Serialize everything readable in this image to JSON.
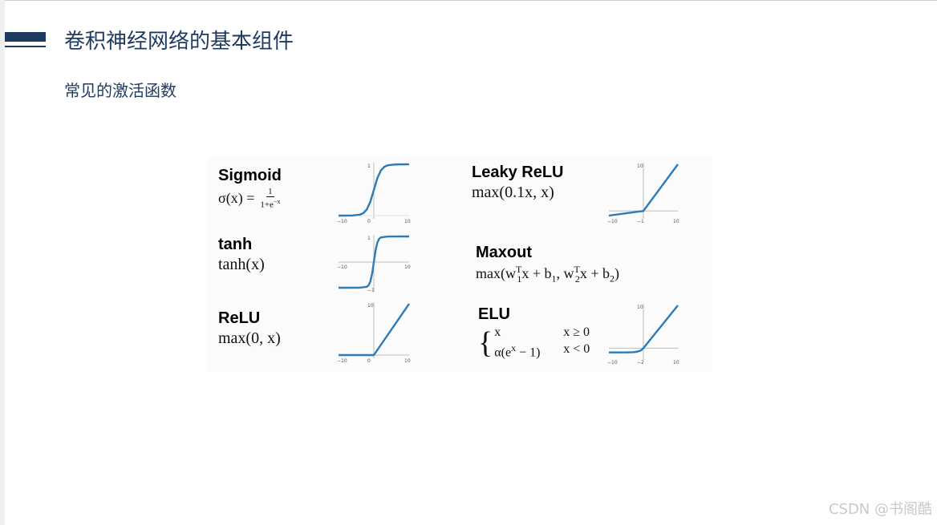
{
  "slide": {
    "title": "卷积神经网络的基本组件",
    "subtitle": "常见的激活函数",
    "watermark": "CSDN @书阁酷"
  },
  "colors": {
    "accent": "#1f3a5f",
    "curve": "#2c7bb6"
  },
  "functions": {
    "sigmoid": {
      "name": "Sigmoid",
      "formula_lhs": "σ(x) =",
      "formula_num": "1",
      "formula_den_base": "1+e",
      "formula_den_exp": "−x",
      "ticks": {
        "x_min": "−10",
        "x_max": "10",
        "y_top": "1",
        "y_origin": "0"
      }
    },
    "tanh": {
      "name": "tanh",
      "formula": "tanh(x)",
      "ticks": {
        "x_min": "−10",
        "x_max": "10",
        "y_top": "1",
        "y_bottom": "−1"
      }
    },
    "relu": {
      "name": "ReLU",
      "formula": "max(0, x)",
      "ticks": {
        "x_min": "−10",
        "x_max": "10",
        "y_top": "10",
        "y_origin": "0"
      }
    },
    "leaky_relu": {
      "name": "Leaky ReLU",
      "formula": "max(0.1x, x)",
      "ticks": {
        "x_min": "−10",
        "x_max": "10",
        "y_top": "10",
        "y_origin": "−1"
      }
    },
    "maxout": {
      "name": "Maxout",
      "formula_a": "max(w",
      "formula_a_sub": "1",
      "formula_a_sup": "T",
      "formula_b": "x + b",
      "formula_b_sub": "1",
      "formula_c": ", w",
      "formula_c_sub": "2",
      "formula_c_sup": "T",
      "formula_d": "x + b",
      "formula_d_sub": "2",
      "formula_e": ")"
    },
    "elu": {
      "name": "ELU",
      "case1_expr": "x",
      "case1_cond": "x ≥ 0",
      "case2_expr": "α(e",
      "case2_exp": "x",
      "case2_tail": " − 1)",
      "case2_cond": "x < 0",
      "ticks": {
        "x_min": "−10",
        "x_max": "10",
        "y_top": "10",
        "y_origin": "−2"
      }
    }
  },
  "chart_data": [
    {
      "type": "line",
      "series": [
        {
          "name": "Sigmoid",
          "x": [
            -10,
            -6,
            -4,
            -3,
            -2,
            -1,
            0,
            1,
            2,
            3,
            4,
            6,
            10
          ],
          "y": [
            0.0,
            0.002,
            0.018,
            0.047,
            0.119,
            0.269,
            0.5,
            0.731,
            0.881,
            0.953,
            0.982,
            0.998,
            1.0
          ]
        }
      ],
      "xlim": [
        -10,
        10
      ],
      "ylim": [
        0,
        1
      ]
    },
    {
      "type": "line",
      "series": [
        {
          "name": "tanh",
          "x": [
            -10,
            -4,
            -2,
            -1.5,
            -1,
            -0.5,
            0,
            0.5,
            1,
            1.5,
            2,
            4,
            10
          ],
          "y": [
            -1.0,
            -0.999,
            -0.964,
            -0.905,
            -0.762,
            -0.462,
            0.0,
            0.462,
            0.762,
            0.905,
            0.964,
            0.999,
            1.0
          ]
        }
      ],
      "xlim": [
        -10,
        10
      ],
      "ylim": [
        -1,
        1
      ]
    },
    {
      "type": "line",
      "series": [
        {
          "name": "ReLU",
          "x": [
            -10,
            0,
            10
          ],
          "y": [
            0,
            0,
            10
          ]
        }
      ],
      "xlim": [
        -10,
        10
      ],
      "ylim": [
        0,
        10
      ]
    },
    {
      "type": "line",
      "series": [
        {
          "name": "Leaky ReLU",
          "x": [
            -10,
            0,
            10
          ],
          "y": [
            -1,
            0,
            10
          ]
        }
      ],
      "xlim": [
        -10,
        10
      ],
      "ylim": [
        -1,
        10
      ]
    },
    {
      "type": "line",
      "series": [
        {
          "name": "ELU",
          "x": [
            -10,
            -5,
            -3,
            -2,
            -1,
            -0.5,
            0,
            10
          ],
          "y": [
            -1.0,
            -0.993,
            -0.95,
            -0.865,
            -0.632,
            -0.393,
            0,
            10
          ]
        }
      ],
      "xlim": [
        -10,
        10
      ],
      "ylim": [
        -2,
        10
      ]
    }
  ]
}
